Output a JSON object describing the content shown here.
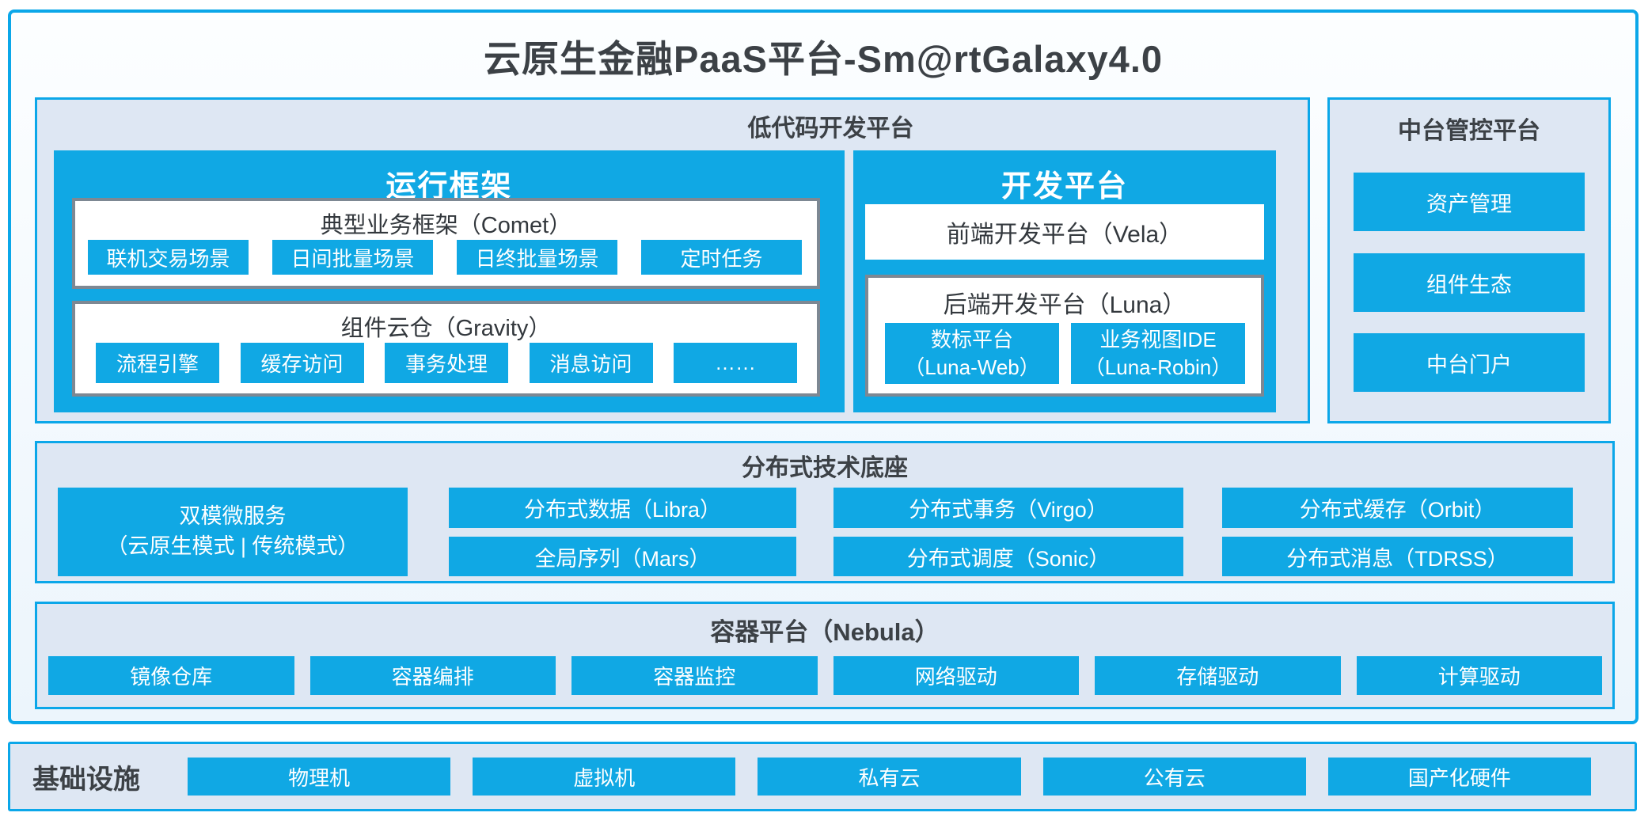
{
  "title": "云原生金融PaaS平台-Sm@rtGalaxy4.0",
  "colors": {
    "primary_blue": "#10A8E4",
    "border_cyan": "#0BA7E9",
    "panel_bg": "#DEE7F3",
    "gray_border": "#7D8893",
    "dark_text": "#3C4146",
    "white_text": "#FFFFFF"
  },
  "low_code": {
    "label": "低代码开发平台",
    "runtime": {
      "label": "运行框架",
      "comet": {
        "title": "典型业务框架（Comet）",
        "items": [
          "联机交易场景",
          "日间批量场景",
          "日终批量场景",
          "定时任务"
        ]
      },
      "gravity": {
        "title": "组件云仓（Gravity）",
        "items": [
          "流程引擎",
          "缓存访问",
          "事务处理",
          "消息访问",
          "……"
        ]
      }
    },
    "dev": {
      "label": "开发平台",
      "vela": {
        "title": "前端开发平台（Vela）"
      },
      "luna": {
        "title": "后端开发平台（Luna）",
        "items": [
          {
            "line1": "数标平台",
            "line2": "（Luna-Web）"
          },
          {
            "line1": "业务视图IDE",
            "line2": "（Luna-Robin）"
          }
        ]
      }
    }
  },
  "midplatform": {
    "label": "中台管控平台",
    "items": [
      "资产管理",
      "组件生态",
      "中台门户"
    ]
  },
  "distributed": {
    "label": "分布式技术底座",
    "dual_mode": {
      "line1": "双模微服务",
      "line2": "（云原生模式 | 传统模式）"
    },
    "row1": [
      "分布式数据（Libra）",
      "分布式事务（Virgo）",
      "分布式缓存（Orbit）"
    ],
    "row2": [
      "全局序列（Mars）",
      "分布式调度（Sonic）",
      "分布式消息（TDRSS）"
    ]
  },
  "container_platform": {
    "label": "容器平台（Nebula）",
    "items": [
      "镜像仓库",
      "容器编排",
      "容器监控",
      "网络驱动",
      "存储驱动",
      "计算驱动"
    ]
  },
  "infrastructure": {
    "label": "基础设施",
    "items": [
      "物理机",
      "虚拟机",
      "私有云",
      "公有云",
      "国产化硬件"
    ]
  }
}
